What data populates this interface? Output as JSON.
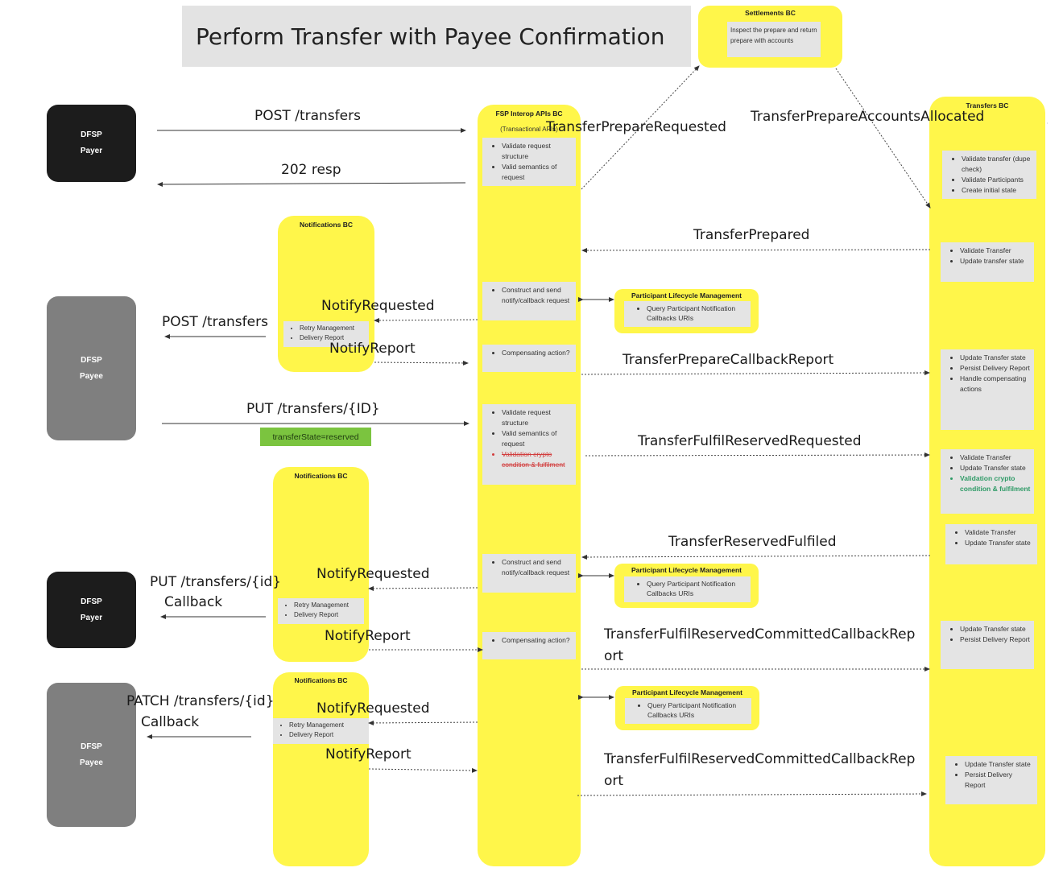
{
  "title": "Perform Transfer with Payee Confirmation",
  "actors": {
    "payer_top": {
      "line1": "DFSP",
      "line2": "Payer"
    },
    "payee_mid": {
      "line1": "DFSP",
      "line2": "Payee"
    },
    "payer_bottom": {
      "line1": "DFSP",
      "line2": "Payer"
    },
    "payee_bottom": {
      "line1": "DFSP",
      "line2": "Payee"
    }
  },
  "settlements": {
    "title": "Settlements BC",
    "card": "Inspect the prepare and return prepare with accounts"
  },
  "fsp_interop": {
    "title": "FSP Interop APIs BC",
    "subtitle": "(Transactional APIs)",
    "card1": [
      "Validate request structure",
      "Valid semantics of request"
    ],
    "card2": [
      "Construct and send notify/callback request"
    ],
    "card3": [
      "Compensating action?"
    ],
    "card4": [
      "Validate request structure",
      "Valid semantics of request",
      "Validation crypto condition & fulfilment"
    ],
    "card5": [
      "Construct and send notify/callback request"
    ],
    "card6": [
      "Compensating action?"
    ]
  },
  "transfers": {
    "title": "Transfers BC",
    "card1": [
      "Validate transfer (dupe check)",
      "Validate Participants",
      "Create initial state"
    ],
    "card2": [
      "Validate Transfer",
      "Update transfer state"
    ],
    "card3": [
      "Update Transfer state",
      "Persist Delivery Report",
      "Handle compensating actions"
    ],
    "card4": [
      "Validate Transfer",
      "Update Transfer state",
      "Validation crypto condition & fulfilment"
    ],
    "card5": [
      "Validate Transfer",
      "Update Transfer state"
    ],
    "card6": [
      "Update Transfer state",
      "Persist Delivery Report"
    ],
    "card7": [
      "Update Transfer state",
      "Persist Delivery Report"
    ]
  },
  "notifications": {
    "title": "Notifications BC",
    "card": [
      "Retry Management",
      "Delivery Report"
    ]
  },
  "participant": {
    "title": "Participant Lifecycle Management",
    "card": [
      "Query Participant Notification Callbacks URIs"
    ]
  },
  "labels": {
    "post_transfers": "POST /transfers",
    "resp_202": "202 resp",
    "transfer_prepare_requested": "TransferPrepareRequested",
    "transfer_prepare_accounts_allocated": "TransferPrepareAccountsAllocated",
    "transfer_prepared": "TransferPrepared",
    "notify_requested": "NotifyRequested",
    "post_transfers_payee": "POST /transfers",
    "notify_report": "NotifyReport",
    "transfer_prepare_callback_report": "TransferPrepareCallbackReport",
    "put_transfers_id": "PUT /transfers/{ID}",
    "transfer_state_badge": "transferState=reserved",
    "transfer_fulfil_reserved_requested": "TransferFulfilReservedRequested",
    "transfer_reserved_fulfiled": "TransferReservedFulfiled",
    "put_transfers_callback": "PUT /transfers/{id}",
    "callback": "Callback",
    "committed_callback_report": "TransferFulfilReservedCommittedCallbackRep ort",
    "patch_transfers_callback": "PATCH /transfers/{id}"
  }
}
